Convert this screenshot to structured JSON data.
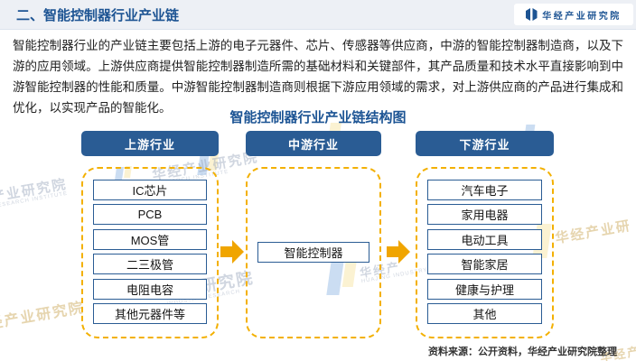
{
  "header": {
    "title": "二、智能控制器行业产业链",
    "logo_text": "华经产业研究院"
  },
  "intro": "智能控制器行业的产业链主要包括上游的电子元器件、芯片、传感器等供应商，中游的智能控制器制造商，以及下游的应用领域。上游供应商提供智能控制器制造所需的基础材料和关键部件，其产品质量和技术水平直接影响到中游智能控制器的性能和质量。中游智能控制器制造商则根据下游应用领域的需求，对上游供应商的产品进行集成和优化，以实现产品的智能化。",
  "diagram": {
    "title": "智能控制器行业产业链结构图",
    "columns": [
      {
        "header": "上游行业",
        "items": [
          "IC芯片",
          "PCB",
          "MOS管",
          "二三极管",
          "电阻电容",
          "其他元器件等"
        ]
      },
      {
        "header": "中游行业",
        "items": [
          "智能控制器"
        ]
      },
      {
        "header": "下游行业",
        "items": [
          "汽车电子",
          "家用电器",
          "电动工具",
          "智能家居",
          "健康与护理",
          "其他"
        ]
      }
    ]
  },
  "footer": {
    "source": "资料来源：公开资料，华经产业研究院整理"
  },
  "colors": {
    "primary_blue": "#2A5C94",
    "title_blue": "#1D5493",
    "arrow_gold": "#F0A500",
    "dashed_gold": "#F3B001",
    "band_bg": "#EDF0F5"
  },
  "watermarks": [
    {
      "text": "华经产业研究院",
      "sub": "RESEARCH INSTITUTE"
    },
    {
      "text": "产业研究院",
      "sub": "INDUSTRY RESEARCH"
    },
    {
      "text": "华经产业研",
      "sub": ""
    },
    {
      "text": "产业研究院",
      "sub": "RESEARCH INSTITUTE"
    },
    {
      "text": "经产业研究院",
      "sub": ""
    },
    {
      "text": "华经产",
      "sub": "HUAJING INDUSTRY"
    },
    {
      "text": "华经产业研究院",
      "sub": ""
    },
    {
      "text": "华经产",
      "sub": ""
    }
  ]
}
